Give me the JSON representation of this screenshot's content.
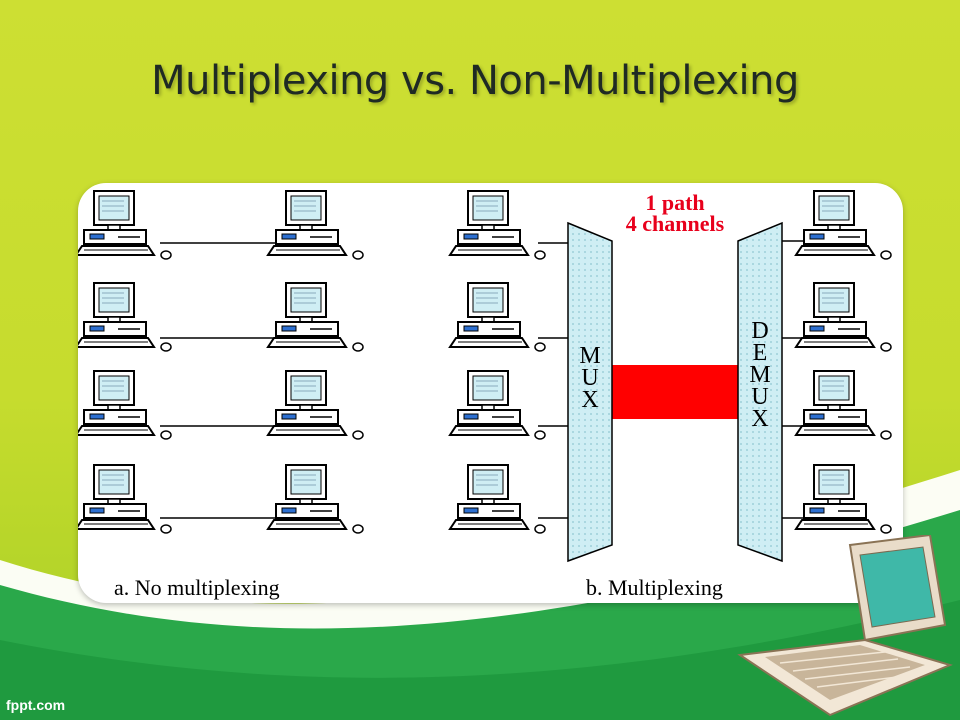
{
  "slide": {
    "title": "Multiplexing vs. Non-Multiplexing",
    "footer": "fppt.com"
  },
  "diagram": {
    "left_caption": "a. No multiplexing",
    "right_caption": "b. Multiplexing",
    "path_label_line1": "1 path",
    "path_label_line2": "4 channels",
    "mux_letters": [
      "M",
      "U",
      "X"
    ],
    "demux_letters": [
      "D",
      "E",
      "M",
      "U",
      "X"
    ],
    "colors": {
      "link": "#ff0000",
      "device_fill": "#cfeef4",
      "label_red": "#e8001c"
    }
  }
}
